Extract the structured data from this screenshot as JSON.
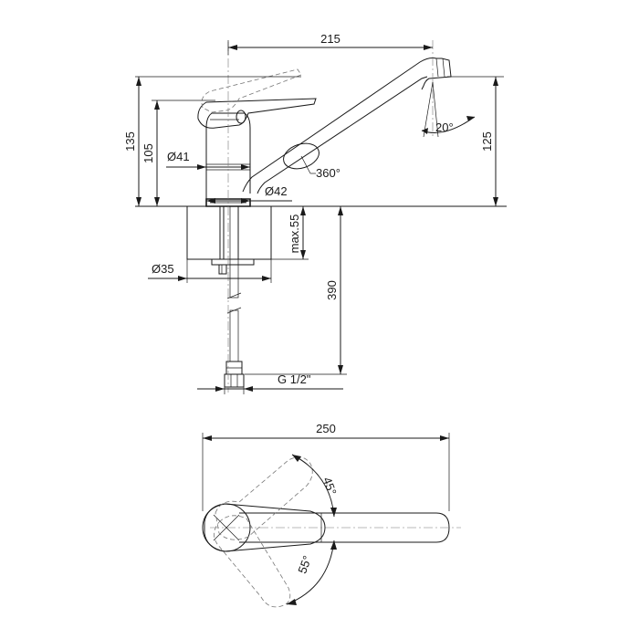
{
  "side_view": {
    "dim_total_reach": "215",
    "dim_total_height": "135",
    "dim_body_height": "105",
    "dim_spout_height": "125",
    "dim_body_diameter": "Ø41",
    "dim_base_diameter": "Ø42",
    "dim_mount_hole": "Ø35",
    "dim_max_deck": "max.55",
    "dim_hose_length": "390",
    "dim_thread": "G 1/2\"",
    "dim_swivel": "360°",
    "dim_spray_angle": "20°"
  },
  "top_view": {
    "dim_total_length": "250",
    "dim_handle_angle_up": "45°",
    "dim_handle_angle_down": "55°"
  }
}
